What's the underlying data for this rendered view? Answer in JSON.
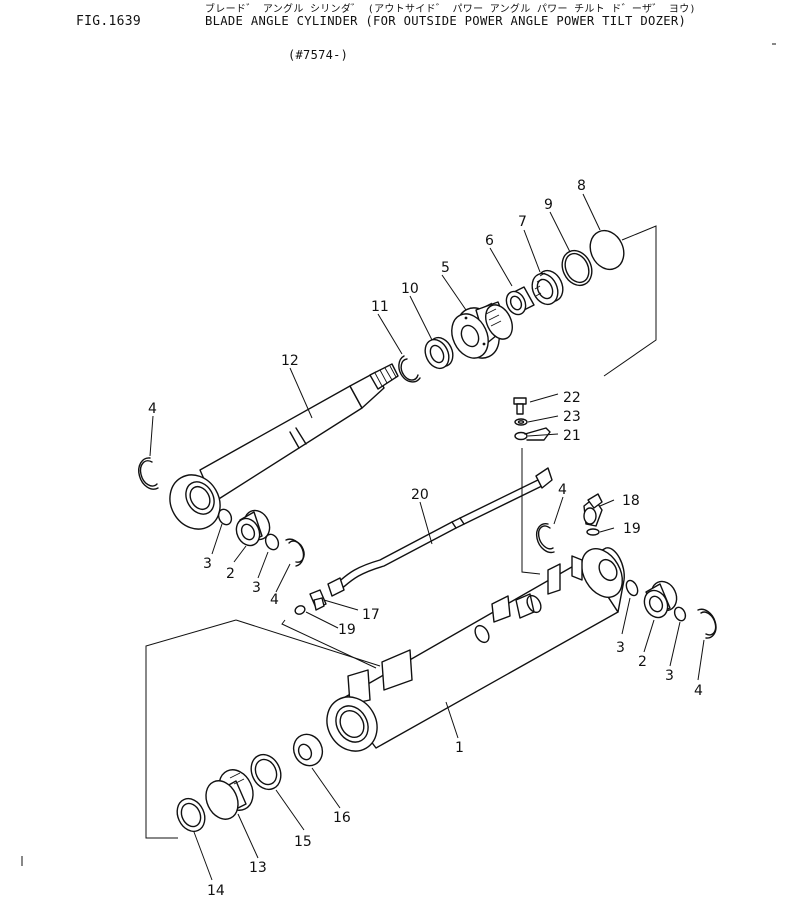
{
  "header": {
    "fig_id": "FIG.1639",
    "title_kana": "ブレード゛ アングル シリンダ゛ (アウトサイド゛ パワー アングル パワー チルト ド゛ーザ゛ ヨウ)",
    "title_en": "BLADE ANGLE CYLINDER (FOR OUTSIDE POWER ANGLE POWER TILT DOZER)",
    "serial_range": "(#7574-)"
  },
  "callouts": {
    "c1": "1",
    "c2a": "2",
    "c2b": "2",
    "c3a": "3",
    "c3b": "3",
    "c3c": "3",
    "c3d": "3",
    "c4a": "4",
    "c4b": "4",
    "c4c": "4",
    "c4d": "4",
    "c5": "5",
    "c6": "6",
    "c7": "7",
    "c8": "8",
    "c9": "9",
    "c10": "10",
    "c11": "11",
    "c12": "12",
    "c13": "13",
    "c14": "14",
    "c15": "15",
    "c16": "16",
    "c17": "17",
    "c18": "18",
    "c19a": "19",
    "c19b": "19",
    "c20": "20",
    "c21": "21",
    "c22": "22",
    "c23": "23"
  },
  "colors": {
    "ink": "#111111",
    "paper": "#ffffff"
  }
}
